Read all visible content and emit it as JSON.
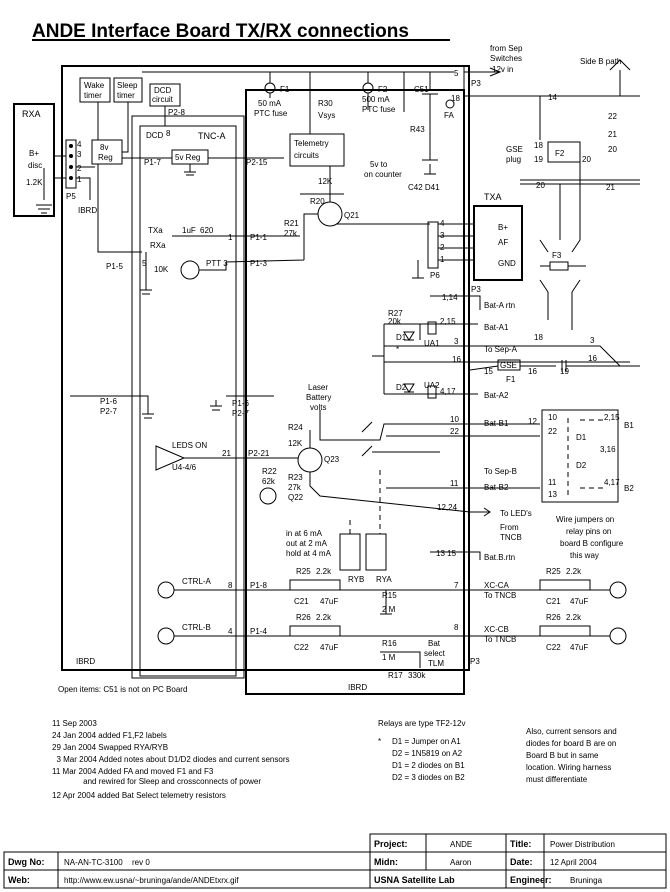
{
  "title": "ANDE Interface Board TX/RX connections",
  "labels": {
    "rxa": "RXA",
    "b_plus": "B+",
    "disc": "disc",
    "r_1_2k": "1.2K",
    "p5_left": "P5",
    "ibrd_left": "IBRD",
    "wake_timer": "Wake",
    "wake_timer2": "timer",
    "sleep_timer": "Sleep",
    "sleep_timer2": "timer",
    "dcd_circuit": "DCD",
    "dcd_circuit2": "circuit",
    "p2_8": "P2-8",
    "v8_reg": "8v",
    "v8_reg2": "Reg",
    "dcd": "DCD",
    "dcd_8": "8",
    "tnc_a": "TNC-A",
    "p1_7": "P1-7",
    "v5_reg": "5v Reg",
    "p2_15": "P2-15",
    "f1": "F1",
    "f1_rating": "50 mA",
    "f1_ptc": "PTC fuse",
    "r30": "R30",
    "vsys": "Vsys",
    "f2": "F2",
    "f2_rating": "500 mA",
    "f2_ptc": "PTC fuse",
    "c51": "C51",
    "telemetry": "Telemetry",
    "telemetry2": "circuits",
    "from_sep": "from Sep",
    "switches": "Switches",
    "v12_in": "12v in",
    "side_b": "Side B path",
    "p3_top": "P3",
    "pin5": "5",
    "pin18": "18",
    "fa": "FA",
    "r43": "R43",
    "v5_to": "5v to",
    "on_counter": "on counter",
    "c42_d41": "C42 D41",
    "r12k": "12K",
    "r20": "R20",
    "q21": "Q21",
    "r21": "R21",
    "r27k": "27k",
    "txa_box": "TXA",
    "af": "AF",
    "gnd": "GND",
    "p6": "P6",
    "txa": "TXa",
    "c1uf": "1uF",
    "r620": "620",
    "rxa_sig": "RXa",
    "p1_1": "P1-1",
    "p1_5": "P1-5",
    "r10k": "10K",
    "ptt": "PTT 3",
    "p1_3": "P1-3",
    "n1": "1",
    "n5": "5",
    "gse_plug": "GSE",
    "gse_plug2": "plug",
    "f2_right": "F2",
    "f3": "F3",
    "p3_mid": "P3",
    "bat_a_rtn": "Bat-A rtn",
    "p1_14": "1,14",
    "r27": "R27",
    "r20k": "20k",
    "p2_15b": "2,15",
    "bat_a1": "Bat-A1",
    "d1": "D1",
    "ua1": "UA1",
    "to_sep_a": "To Sep-A",
    "n3": "3",
    "n16": "16",
    "gse_f1": "GSE",
    "f1_small": "F1",
    "n15": "15",
    "n19": "19",
    "d2": "D2",
    "ua2": "UA2",
    "p4_17": "4,17",
    "bat_a2": "Bat-A2",
    "p1_6_left": "P1-6",
    "p2_7_left": "P2-7",
    "p1_6_mid": "P1-6",
    "p2_7_mid": "P2-7",
    "laser": "Laser",
    "battery": "Battery",
    "volts": "volts",
    "leds_on": "LEDS ON",
    "u4": "U4-4/6",
    "n21": "21",
    "p2_21": "P2-21",
    "r24": "R24",
    "r12k_b": "12K",
    "q23": "Q23",
    "r22": "R22",
    "r62k": "62k",
    "r23": "R23",
    "r27k_b": "27k",
    "q22": "Q22",
    "n10": "10",
    "n22": "22",
    "bat_b1": "Bat-B1",
    "to_sep_b": "To Sep-B",
    "n11": "11",
    "bat_b2": "Bat-B2",
    "n12_24": "12,24",
    "to_leds": "To LED's",
    "from_tncb": "From",
    "from_tncb2": "TNCB",
    "b10": "10",
    "b2_15": "2,15",
    "b12": "12",
    "b22": "22",
    "d1_b": "D1",
    "b3_16": "3,16",
    "d2_b": "D2",
    "b4_17": "4,17",
    "b11": "11",
    "b13": "13",
    "b1": "B1",
    "b2": "B2",
    "wire1": "Wire jumpers on",
    "wire2": "relay pins on",
    "wire3": "board B configure",
    "wire4": "this way",
    "in_at": "in at 6 mA",
    "out_at": "out at 2 mA",
    "hold_at": "hold at 4 mA",
    "ryb": "RYB",
    "rya": "RYA",
    "n13_15": "13 15",
    "bat_b_rtn": "Bat.B.rtn",
    "ctrl_a": "CTRL-A",
    "n8": "8",
    "p1_8": "P1-8",
    "r25": "R25",
    "r2_2k": "2.2k",
    "c21": "C21",
    "c47uf": "47uF",
    "r15": "R15",
    "r2m": "2 M",
    "n7": "7",
    "xc_ca": "XC-CA",
    "to_tncb_a": "To TNCB",
    "r25b": "R25",
    "r2_2k_b": "2.2k",
    "c21b": "C21",
    "c47uf_b": "47uF",
    "ctrl_b": "CTRL-B",
    "n4": "4",
    "p1_4": "P1-4",
    "r26": "R26",
    "r2_2k_c": "2.2k",
    "c22": "C22",
    "c47uf_c": "47uF",
    "n8b": "8",
    "xc_cb": "XC-CB",
    "to_tncb_b": "To TNCB",
    "r26b": "R26",
    "r2_2k_d": "2.2k",
    "c22b": "C22",
    "c47uf_d": "47uF",
    "r16": "R16",
    "r1m": "1 M",
    "bat": "Bat",
    "select": "select",
    "tlm": "TLM",
    "r17": "R17",
    "r330k": "330k",
    "ibrd_left_bottom": "IBRD",
    "ibrd_mid_bottom": "IBRD",
    "p3_bottom": "P3",
    "open_items": "Open items:  C51 is not on PC Board"
  },
  "history": [
    "11 Sep 2003",
    "24 Jan 2004 added F1,F2 labels",
    "29 Jan 2004 Swapped RYA/RYB",
    "  3 Mar 2004 Added notes about D1/D2 diodes and current sensors",
    "11 Mar 2004 Added FA and moved  F1 and F3",
    "              and rewired for Sleep and crossconnects of power",
    "12 Apr 2004 added Bat Select telemetry resistors"
  ],
  "relay_notes": {
    "head": "Relays are type TF2-12v",
    "lines": [
      "D1 = Jumper  on  A1",
      "D2 = 1N5819  on  A2",
      "D1 = 2 diodes on B1",
      "D2 = 3 diodes on B2"
    ],
    "asterisk": "*"
  },
  "also_note": [
    "Also, current sensors and",
    "diodes for board B are on",
    "Board B but in same",
    "location.  Wiring harness",
    "must differentiate"
  ],
  "title_block": {
    "project_label": "Project:",
    "project_value": "ANDE",
    "title_label": "Title:",
    "title_value": "Power Distribution",
    "midn_label": "Midn:",
    "midn_value": "Aaron",
    "date_label": "Date:",
    "date_value": "12 April 2004",
    "lab": "USNA Satellite Lab",
    "engineer_label": "Engineer:",
    "engineer_value": "Bruninga",
    "dwg_label": "Dwg No:",
    "dwg_value": "NA-AN-TC-3100",
    "rev_value": "rev 0",
    "web_label": "Web:",
    "web_value": "http://www.ew.usna/~bruninga/ande/ANDEtxrx.gif"
  }
}
